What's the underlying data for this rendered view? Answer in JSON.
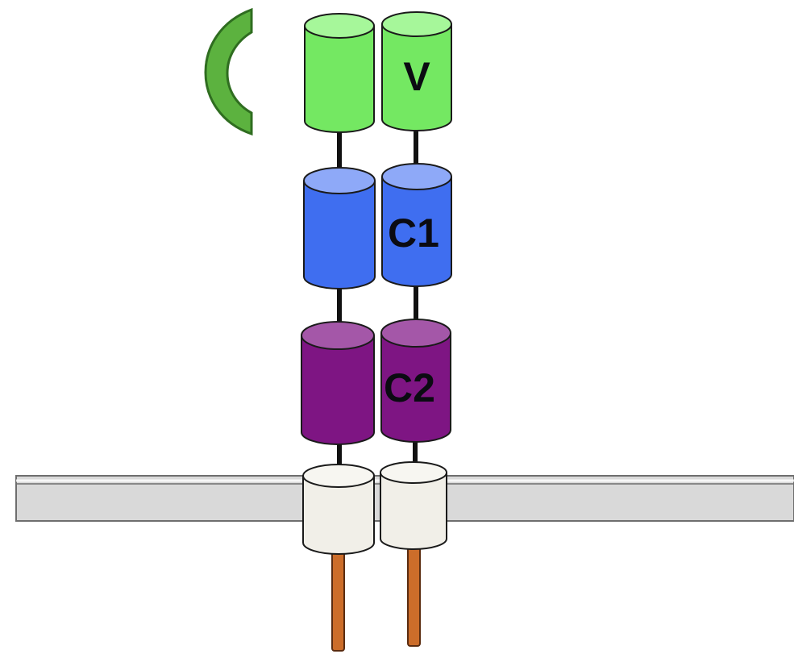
{
  "diagram": {
    "labels": {
      "v_domain": "V",
      "c1_domain": "C1",
      "c2_domain": "C2"
    },
    "colors": {
      "ligand": "#5cb23f",
      "v_domain": "#74e862",
      "v_domain_top": "#a6f79a",
      "c1_domain": "#3f6ef0",
      "c1_domain_top": "#8ea9f8",
      "c2_domain": "#7e1583",
      "c2_domain_top": "#a457a8",
      "transmembrane": "#f1efe8",
      "membrane": "#d9d9d9",
      "cytoplasmic_tail": "#cc6d2a",
      "outline": "#1a1a1a"
    }
  }
}
